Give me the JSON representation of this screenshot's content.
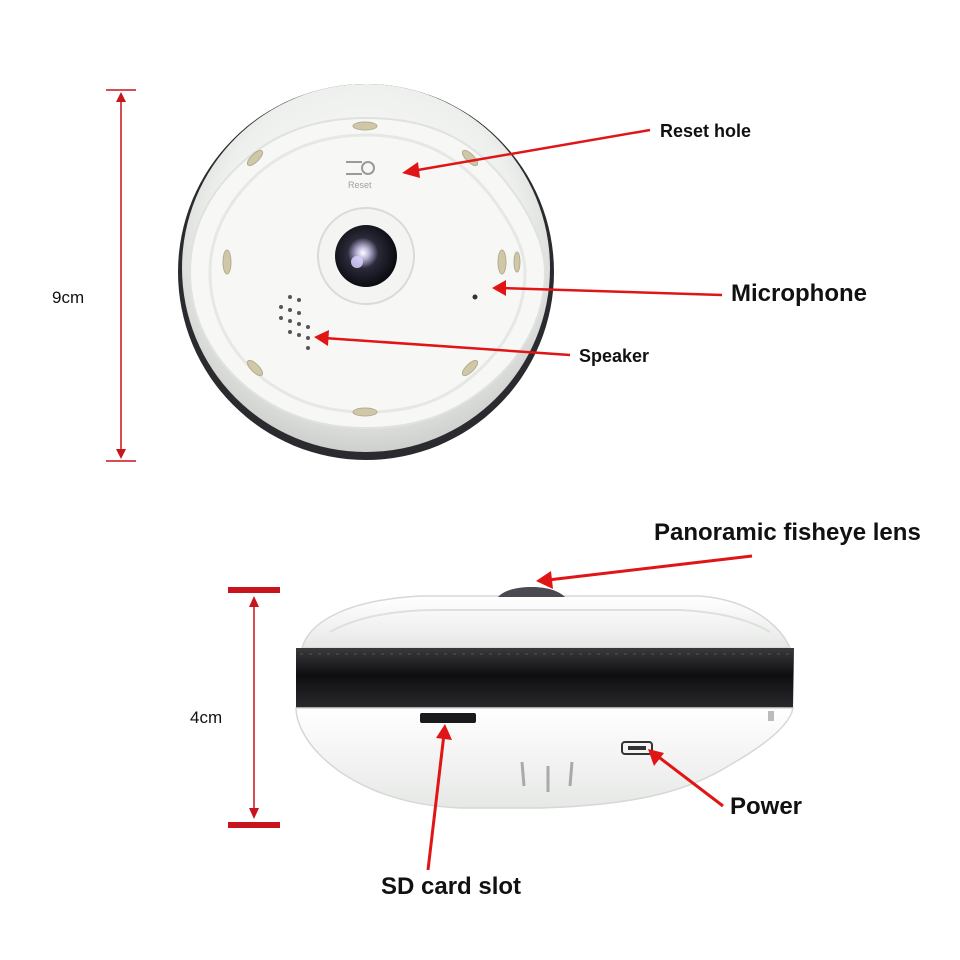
{
  "top_view": {
    "dimension": "9cm",
    "reset_text": "Reset",
    "labels": {
      "reset_hole": "Reset hole",
      "microphone": "Microphone",
      "speaker": "Speaker"
    }
  },
  "side_view": {
    "dimension": "4cm",
    "labels": {
      "lens": "Panoramic fisheye lens",
      "power": "Power",
      "sd_slot": "SD card slot"
    }
  },
  "colors": {
    "arrow": "#e01515",
    "dimension_line": "#c8141c",
    "camera_body": "#f2f3f1",
    "camera_band": "#1a1a1c"
  }
}
